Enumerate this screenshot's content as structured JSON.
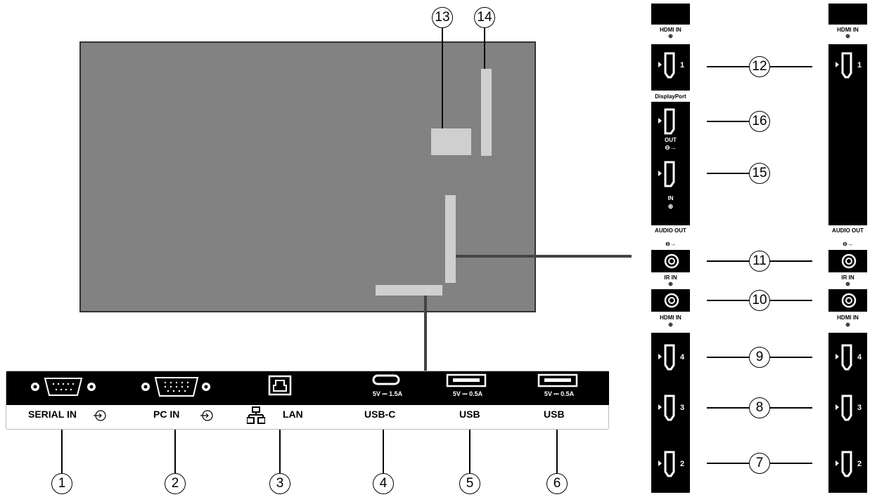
{
  "callouts": [
    "1",
    "2",
    "3",
    "4",
    "5",
    "6",
    "7",
    "8",
    "9",
    "10",
    "11",
    "12",
    "13",
    "14",
    "15",
    "16"
  ],
  "bottom_panel": {
    "ports": [
      {
        "label": "SERIAL IN",
        "icon": "input-arrow-icon"
      },
      {
        "label": "PC IN",
        "icon": "input-arrow-icon"
      },
      {
        "label": "LAN",
        "icon": "network-icon"
      },
      {
        "label": "USB-C",
        "rating": "5V ⎓ 1.5A"
      },
      {
        "label": "USB",
        "rating": "5V ⎓ 0.5A"
      },
      {
        "label": "USB",
        "rating": "5V ⎓ 0.5A"
      }
    ]
  },
  "side_panel": {
    "hdmi_in_top": "HDMI IN",
    "hdmi_in_mid": "HDMI IN",
    "displayport": "DisplayPort",
    "dp_out": "OUT",
    "dp_in": "IN",
    "audio_out": "AUDIO OUT",
    "ir_in": "IR IN",
    "port_numbers": [
      "1",
      "4",
      "3",
      "2"
    ]
  }
}
